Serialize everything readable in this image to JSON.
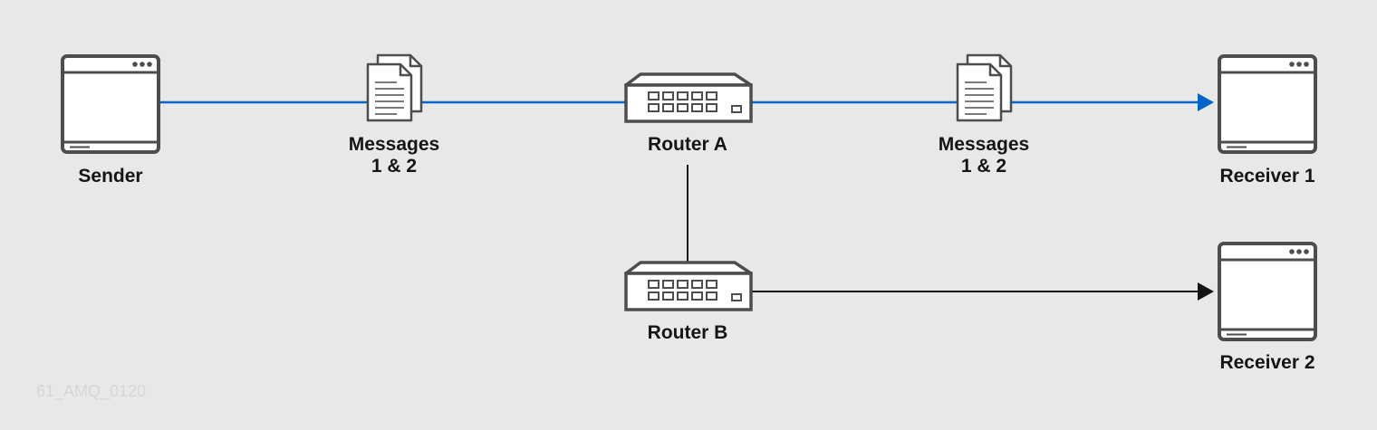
{
  "colors": {
    "background": "#e8e8e8",
    "icon_stroke": "#4d4d4d",
    "icon_fill": "#ffffff",
    "flow_line": "#0066cc",
    "link_line": "#151515",
    "text": "#151515"
  },
  "nodes": {
    "sender": {
      "label": "Sender",
      "icon": "window-icon"
    },
    "router_a": {
      "label": "Router A",
      "icon": "router-icon"
    },
    "router_b": {
      "label": "Router B",
      "icon": "router-icon"
    },
    "receiver_1": {
      "label": "Receiver 1",
      "icon": "window-icon"
    },
    "receiver_2": {
      "label": "Receiver 2",
      "icon": "window-icon"
    }
  },
  "messages": [
    {
      "line1": "Messages",
      "line2": "1 & 2",
      "icon": "documents-icon"
    },
    {
      "line1": "Messages",
      "line2": "1 & 2",
      "icon": "documents-icon"
    }
  ],
  "edges": [
    {
      "from": "sender",
      "to": "router_a",
      "style": "blue"
    },
    {
      "from": "router_a",
      "to": "receiver_1",
      "style": "blue",
      "arrow": true
    },
    {
      "from": "router_a",
      "to": "router_b",
      "style": "black"
    },
    {
      "from": "router_b",
      "to": "receiver_2",
      "style": "black",
      "arrow": true
    }
  ],
  "watermark": "61_AMQ_0120"
}
